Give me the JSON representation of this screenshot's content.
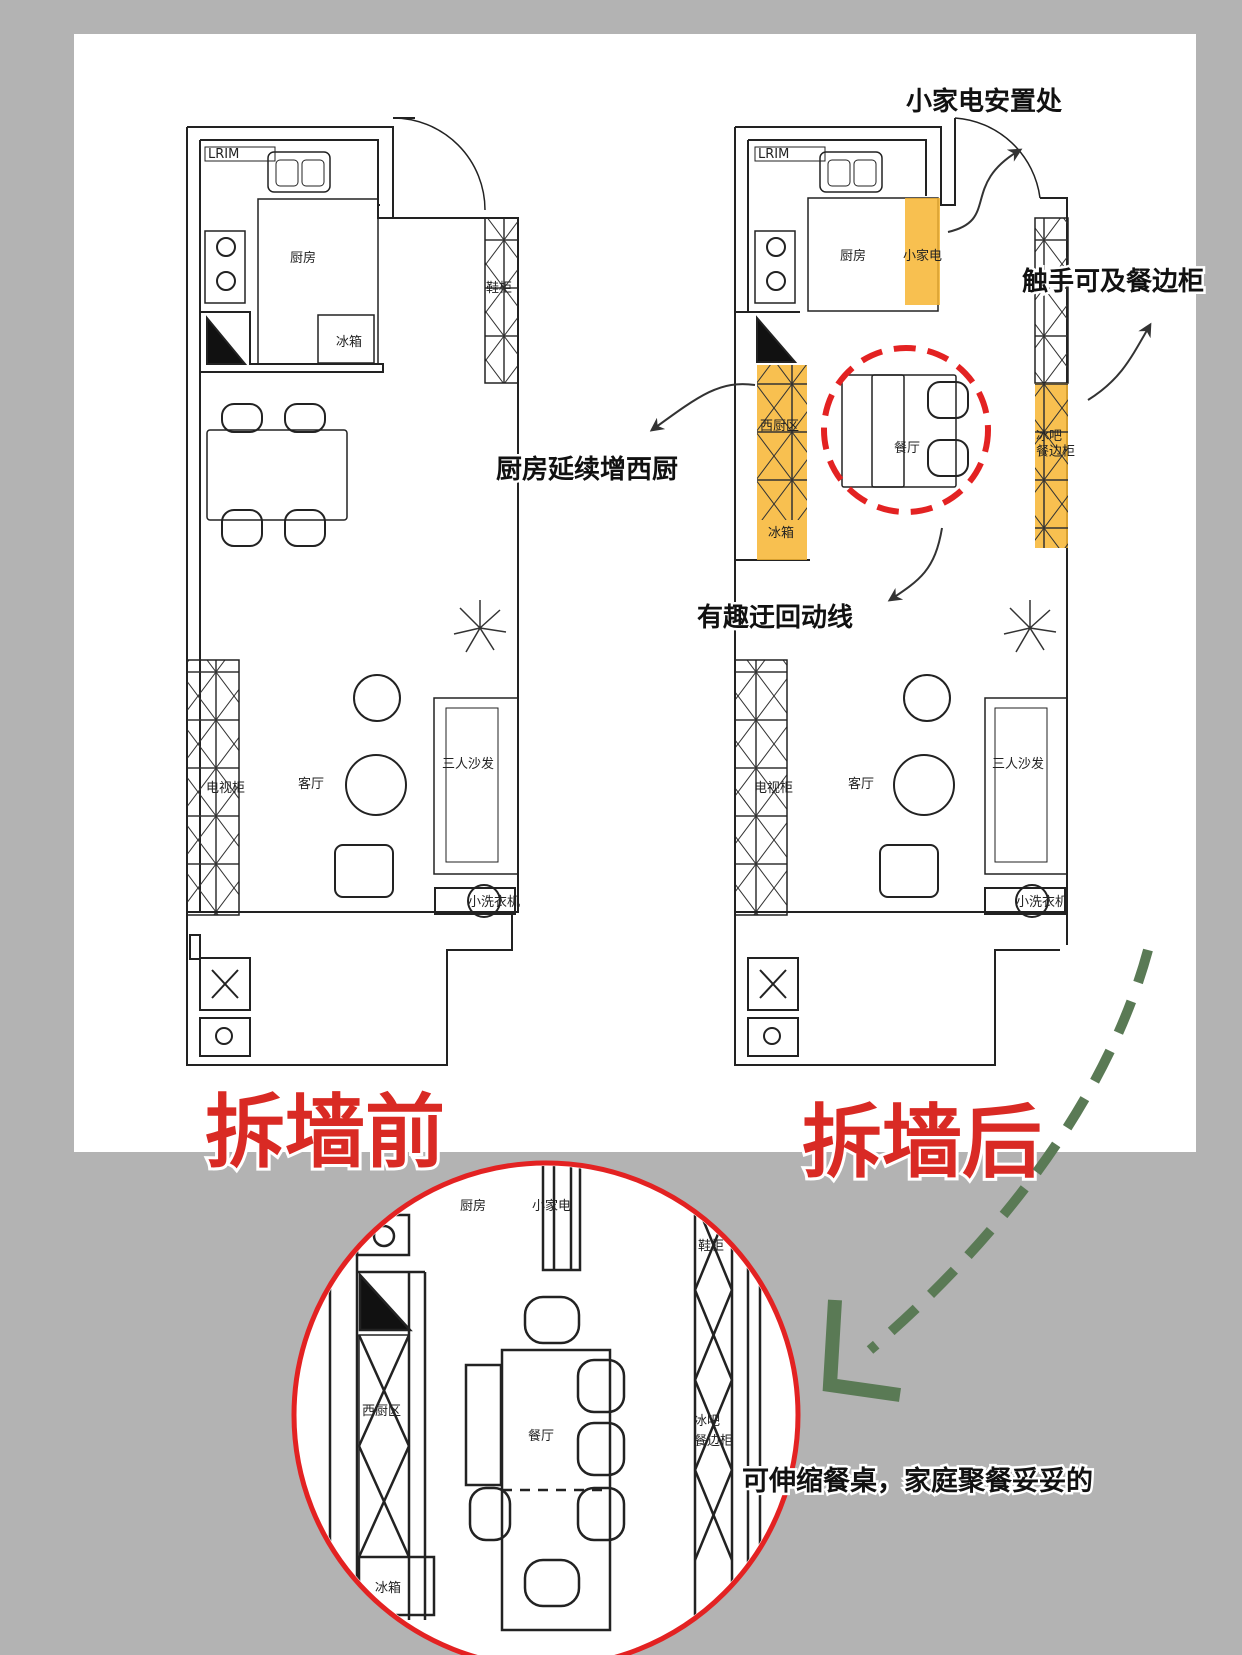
{
  "titles": {
    "before": "拆墙前",
    "after": "拆墙后"
  },
  "before_plan": {
    "kitchen": "厨房",
    "fridge": "冰箱",
    "shoe_cabinet": "鞋柜",
    "living_room": "客厅",
    "tv_cabinet": "电视柜",
    "sofa": "三人沙发",
    "washer": "小洗衣机",
    "rim_label": "LRIM"
  },
  "after_plan": {
    "kitchen": "厨房",
    "small_appliance": "小家电",
    "west_kitchen": "西厨区",
    "fridge": "冰箱",
    "dining": "餐厅",
    "bar_cabinet": "冰吧\n餐边柜",
    "living_room": "客厅",
    "tv_cabinet": "电视柜",
    "sofa": "三人沙发",
    "washer": "小洗衣机",
    "rim_label": "LRIM"
  },
  "annotations": {
    "appliance_spot": "小家电安置处",
    "sideboard": "触手可及餐边柜",
    "west_kitchen_ext": "厨房延续增西厨",
    "circulation": "有趣迂回动线",
    "extendable_table": "可伸缩餐桌，家庭聚餐妥妥的"
  },
  "zoom_detail": {
    "kitchen": "厨房",
    "small_appliance": "小家电",
    "shoe_cabinet": "鞋柜",
    "west_kitchen": "西厨区",
    "dining": "餐厅",
    "bar_cabinet_1": "冰吧",
    "bar_cabinet_2": "餐边柜",
    "fridge": "冰箱"
  },
  "colors": {
    "background": "#b3b3b3",
    "paper": "#ffffff",
    "accent_orange": "#f7b531",
    "circulation_red": "#e32222",
    "arrow_green": "#5a7a55",
    "title_red": "#d92a24"
  }
}
